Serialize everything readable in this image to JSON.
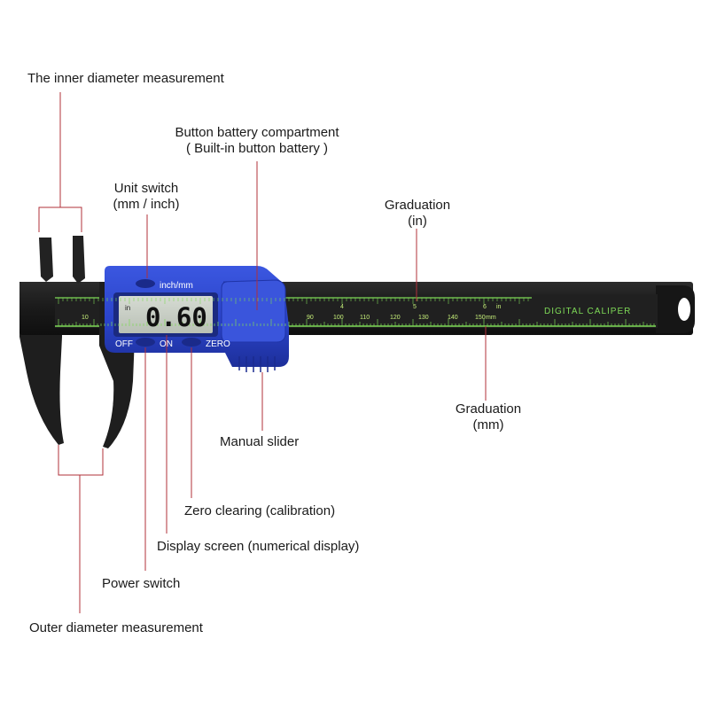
{
  "labels": {
    "inner_diameter": "The inner diameter measurement",
    "battery_line1": "Button battery compartment",
    "battery_line2": "( Built-in button battery )",
    "unit_switch_line1": "Unit switch",
    "unit_switch_line2": "(mm / inch)",
    "graduation_in_line1": "Graduation",
    "graduation_in_line2": "(in)",
    "graduation_mm_line1": "Graduation",
    "graduation_mm_line2": "(mm)",
    "manual_slider": "Manual slider",
    "zero_clearing": "Zero clearing (calibration)",
    "display_screen": "Display screen (numerical display)",
    "power_switch": "Power switch",
    "outer_diameter": "Outer diameter measurement"
  },
  "device": {
    "unit_button_label": "inch/mm",
    "off_label": "OFF",
    "on_label": "ON",
    "zero_label": "ZERO",
    "lcd_unit": "in",
    "lcd_value": "0.60",
    "brand_text": "DIGITAL CALIPER",
    "mm_unit": "mm",
    "in_unit": "in",
    "mm_ticks": [
      "10",
      "90",
      "100",
      "110",
      "120",
      "130",
      "140",
      "150"
    ],
    "in_ticks": [
      "4",
      "5",
      "6"
    ]
  },
  "colors": {
    "body_blue": "#2a43c9",
    "body_black": "#1c1c1c",
    "scale_green": "#7ed957",
    "lcd_bg": "#c9cfc6",
    "leader_red": "#b0303a"
  }
}
